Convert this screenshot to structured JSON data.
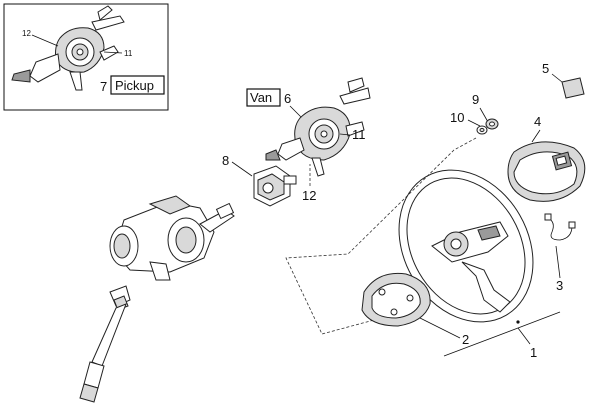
{
  "inset": {
    "label_box": "Pickup",
    "callouts": [
      "12",
      "11",
      "7"
    ]
  },
  "variant_box": "Van",
  "callouts": {
    "c1": "1",
    "c2": "2",
    "c3": "3",
    "c4": "4",
    "c5": "5",
    "c6": "6",
    "c8": "8",
    "c9": "9",
    "c10": "10",
    "c11": "11",
    "c12": "12"
  },
  "colors": {
    "line": "#222222",
    "fill_light": "#d9d9d9",
    "fill_dark": "#9a9a9a"
  }
}
